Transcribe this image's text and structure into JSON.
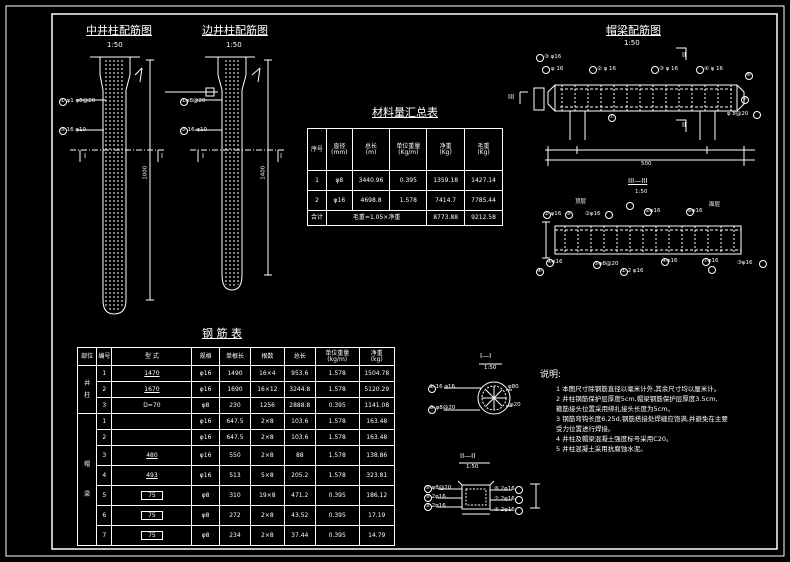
{
  "titles": {
    "mid_column": "中井柱配筋图",
    "side_column": "边井柱配筋图",
    "beam": "帽梁配筋图",
    "materials": "材料量汇总表",
    "rebar": "钢 筋 表",
    "section_33": "III—III",
    "section_11": "I—I",
    "section_22": "II—II"
  },
  "scales": {
    "mid": "1:50",
    "side": "1:50",
    "beam": "1:50",
    "s33": "1:50",
    "s11": "1:50",
    "s22": "1:50"
  },
  "dims": {
    "mid_height": "1000",
    "side_height": "1400",
    "beam_len": "500"
  },
  "labels": {
    "section_I": "I",
    "section_II": "II",
    "section_III": "III",
    "mid_c1": "① φ1 φ8@20",
    "mid_c2": "③ 16 φ10",
    "side_c1": "①φ8@20",
    "side_c2": "③ 16 φ10",
    "beam_l1": "③ φ16",
    "beam_l2": "φ 16",
    "beam_l3": "② φ 16",
    "beam_l4": "③ φ 16",
    "beam_l5": "④ φ 16",
    "beam_l6": "⑥",
    "beam_l7": "⑤",
    "beam_l8": "φ 8@20",
    "beam_l9": "⑦",
    "s33_top1": "② φ16",
    "s33_top2": "③",
    "s33_top3": "顶层",
    "s33_top4": "②φ16",
    "s33_top5": "②φ16",
    "s33_top6": "⑥φ16",
    "s33_top7": "面层",
    "s33_bot1": "④",
    "s33_bot2": "④φ16",
    "s33_bot3": "⑤φ8@20",
    "s33_bot4": "① 2 φ16",
    "s33_bot5": "④φ16",
    "s33_bot6": "⑦φ16",
    "s33_bot7": "③φ16",
    "s11_l1": "② 16 φ16",
    "s11_l2": "③ φ8@20",
    "s11_r1": "φ80",
    "s11_r2": "φ20",
    "s22_l1": "⑤ φ8@20",
    "s22_l2": "③ 2φ16",
    "s22_l3": "③ 2φ16",
    "s22_r1": "⑥ 2φ16",
    "s22_r2": "⑦ 2φ16",
    "s22_r3": "④ 2φ16"
  },
  "materials": {
    "header": [
      "序号",
      "直径\n(mm)",
      "总长\n(m)",
      "单位重量\n(Kg/m)",
      "净重\n(Kg)",
      "毛重\n(Kg)"
    ],
    "rows": [
      [
        "1",
        "φ8",
        "3440.96",
        "0.395",
        "1359.18",
        "1427.14"
      ],
      [
        "2",
        "φ16",
        "4698.8",
        "1.578",
        "7414.7",
        "7785.44"
      ]
    ],
    "total": {
      "label": "合计",
      "formula": "毛重=1.05×净重",
      "net": "8773.88",
      "gross": "9212.58"
    }
  },
  "rebar": {
    "header": [
      "部位",
      "编号",
      "型 式",
      "规格",
      "单根长",
      "根数",
      "总长",
      "单位重量\n(kg/m)",
      "净重\n(kg)"
    ],
    "groups": [
      {
        "part": "井\n\n柱",
        "rows": [
          {
            "no": "1",
            "shape": "1470",
            "spec": "φ16",
            "len": "1490",
            "count": "16×4",
            "total": "953.6",
            "unit": "1.578",
            "net": "1504.78"
          },
          {
            "no": "2",
            "shape": "1670",
            "spec": "φ16",
            "len": "1690",
            "count": "16×12",
            "total": "3244.8",
            "unit": "1.578",
            "net": "5120.29"
          },
          {
            "no": "3",
            "shape": "D=70",
            "spec": "φ8",
            "len": "230",
            "count": "1256",
            "total": "2888.8",
            "unit": "0.395",
            "net": "1141.08"
          }
        ]
      },
      {
        "part": "帽\n\n\n\n\n梁",
        "rows": [
          {
            "no": "1",
            "shape": "",
            "spec": "φ16",
            "len": "647.5",
            "count": "2×8",
            "total": "103.6",
            "unit": "1.578",
            "net": "163.48"
          },
          {
            "no": "2",
            "shape": "",
            "spec": "φ16",
            "len": "647.5",
            "count": "2×8",
            "total": "103.6",
            "unit": "1.578",
            "net": "163.48"
          },
          {
            "no": "3",
            "shape": "480",
            "spec": "φ16",
            "len": "550",
            "count": "2×8",
            "total": "88",
            "unit": "1.578",
            "net": "138.86"
          },
          {
            "no": "4",
            "shape": "493",
            "spec": "φ16",
            "len": "513",
            "count": "5×8",
            "total": "205.2",
            "unit": "1.578",
            "net": "323.81"
          },
          {
            "no": "5",
            "shape": "75",
            "spec": "φ8",
            "len": "310",
            "count": "19×8",
            "total": "471.2",
            "unit": "0.395",
            "net": "186.12"
          },
          {
            "no": "6",
            "shape": "75",
            "spec": "φ8",
            "len": "272",
            "count": "2×8",
            "total": "43.52",
            "unit": "0.395",
            "net": "17.19"
          },
          {
            "no": "7",
            "shape": "75",
            "spec": "φ8",
            "len": "234",
            "count": "2×8",
            "total": "37.44",
            "unit": "0.395",
            "net": "14.79"
          }
        ]
      }
    ]
  },
  "notes": {
    "title": "说明:",
    "items": [
      "1 本图尺寸除钢筋直径以毫米计外,其余尺寸均以厘米计。",
      "2 井柱钢筋保护层厚度5cm,帽梁钢筋保护层厚度3.5cm,",
      "   箍筋接头位置采用绑扎接头长度为5cm。",
      "3 钢筋弯钩长度6.25d,钢筋搭接处焊缝应饱满,并避免在主要",
      "   受力位置进行焊接。",
      "4 井柱及帽梁混凝土强度标号采用C20。",
      "5 井柱混凝土采用抗腐蚀水泥。"
    ]
  }
}
